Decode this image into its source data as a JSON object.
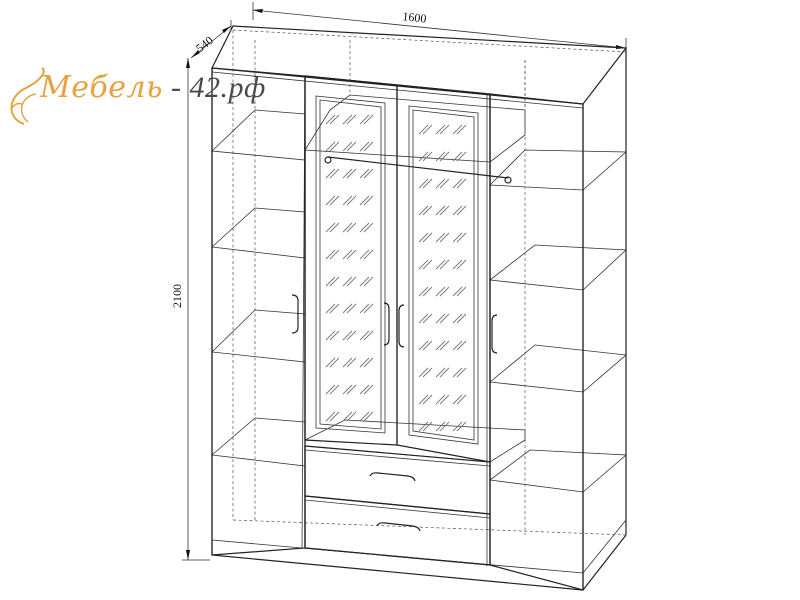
{
  "dimensions": {
    "width": "1600",
    "depth": "540",
    "height": "2100"
  },
  "logo": {
    "brand": "Мебель",
    "separator": " - ",
    "domain": "42.рф",
    "brand_color": "#e8a040",
    "domain_color": "#4a4a4a"
  },
  "icons": {
    "logo_swirl": "orange-swirl-icon",
    "door_handle": "handle-icon"
  }
}
